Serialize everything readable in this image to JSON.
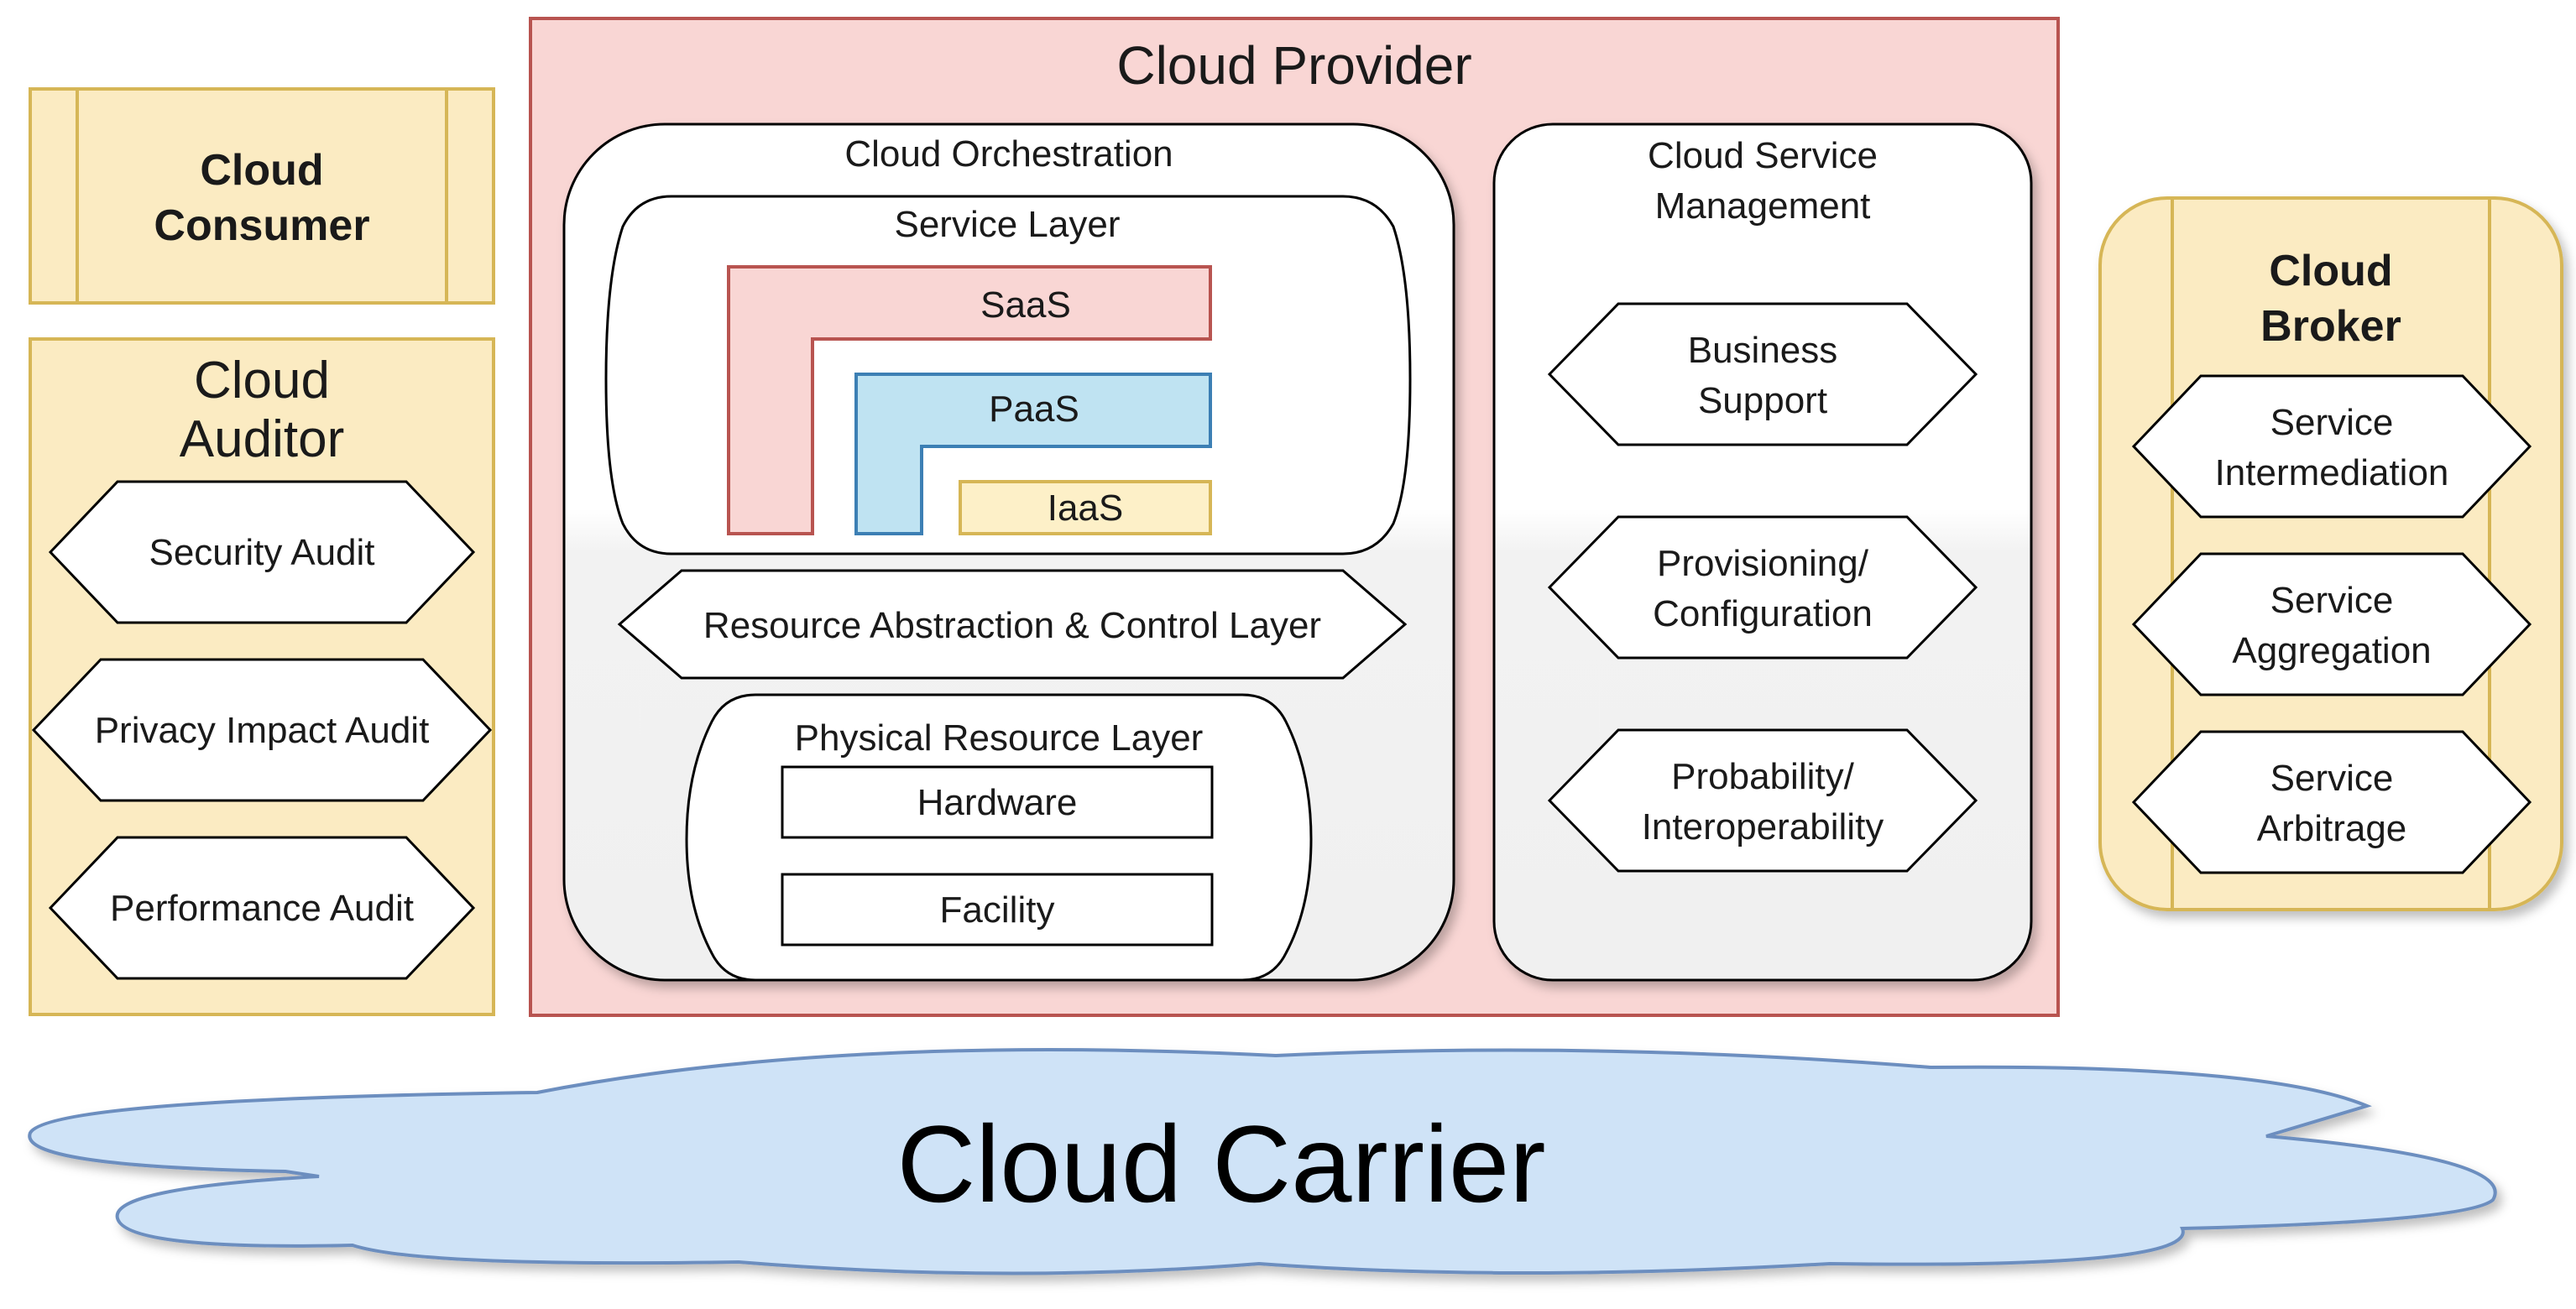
{
  "colors": {
    "yellow_fill": "#fbebc2",
    "yellow_stroke": "#d6b656",
    "provider_fill": "#f9d6d4",
    "provider_stroke": "#b85450",
    "saas_stroke": "#b85450",
    "paas_fill": "#bfe3f2",
    "paas_stroke": "#3c7fb4",
    "iaas_fill": "#fdf0c8",
    "iaas_stroke": "#d6b656",
    "carrier_fill": "#cfe3f7",
    "carrier_stroke": "#6c8ebf"
  },
  "consumer": {
    "line1": "Cloud",
    "line2": "Consumer"
  },
  "auditor": {
    "line1": "Cloud",
    "line2": "Auditor",
    "items": [
      "Security Audit",
      "Privacy Impact Audit",
      "Performance Audit"
    ]
  },
  "provider": {
    "title": "Cloud Provider",
    "orchestration": {
      "title": "Cloud Orchestration",
      "service_layer": {
        "title": "Service Layer",
        "saas": "SaaS",
        "paas": "PaaS",
        "iaas": "IaaS"
      },
      "resource_abstraction": "Resource Abstraction & Control Layer",
      "physical": {
        "title": "Physical Resource Layer",
        "hardware": "Hardware",
        "facility": "Facility"
      }
    },
    "management": {
      "line1": "Cloud Service",
      "line2": "Management",
      "items": [
        {
          "line1": "Business",
          "line2": "Support"
        },
        {
          "line1": "Provisioning/",
          "line2": "Configuration"
        },
        {
          "line1": "Probability/",
          "line2": "Interoperability"
        }
      ]
    }
  },
  "broker": {
    "line1": "Cloud",
    "line2": "Broker",
    "items": [
      {
        "line1": "Service",
        "line2": "Intermediation"
      },
      {
        "line1": "Service",
        "line2": "Aggregation"
      },
      {
        "line1": "Service",
        "line2": "Arbitrage"
      }
    ]
  },
  "carrier": {
    "title": "Cloud Carrier"
  }
}
